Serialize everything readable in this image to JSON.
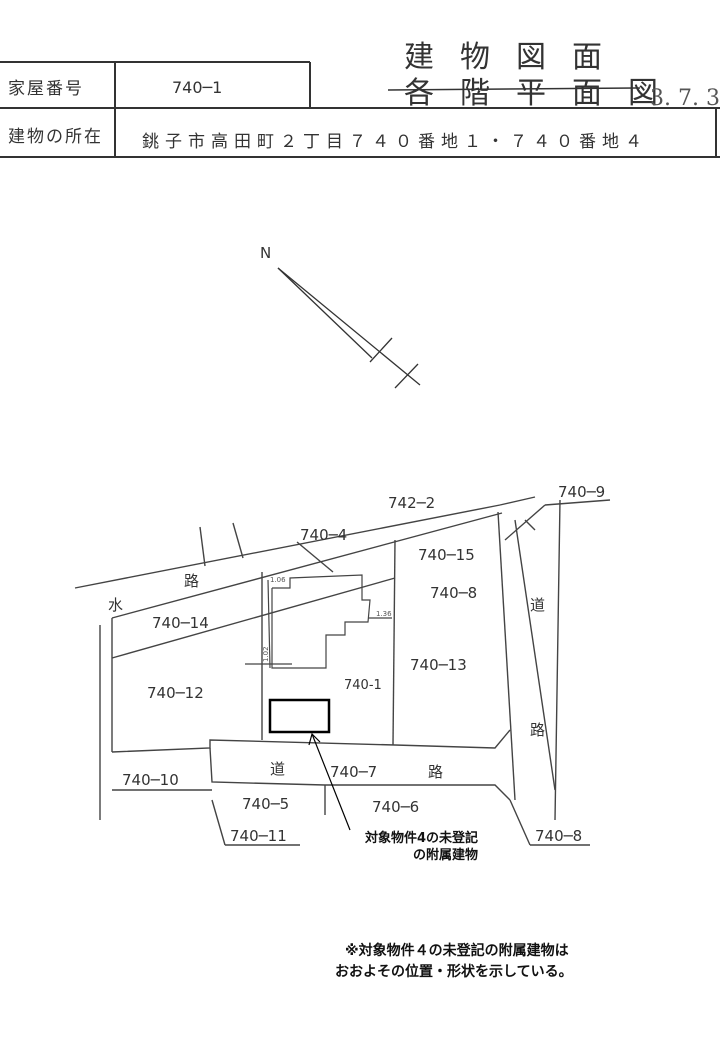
{
  "header": {
    "title_line1": "建物図面",
    "title_line2": "各階平面図",
    "date_fragment": "3. 7. 3"
  },
  "table": {
    "row1_label": "家屋番号",
    "row1_value": "740─1",
    "row2_label": "建物の所在",
    "row2_value": "銚子市高田町２丁目７４０番地１・７４０番地４"
  },
  "map": {
    "north": "N",
    "parcels": {
      "p742_2": "742─2",
      "p740_9": "740─9",
      "p740_4": "740─4",
      "p740_15": "740─15",
      "p740_8a": "740─8",
      "p740_14": "740─14",
      "p740_13": "740─13",
      "p740_12": "740─12",
      "p740_1": "740-1",
      "p740_10": "740─10",
      "p740_7": "740─7",
      "p740_5": "740─5",
      "p740_6": "740─6",
      "p740_11": "740─11",
      "p740_8b": "740─8"
    },
    "roads": {
      "water": "水",
      "road": "路",
      "do": "道"
    },
    "dims": {
      "d1": "1.06",
      "d2": "1.02",
      "d3": "1.36"
    }
  },
  "annotation": {
    "line1": "対象物件4の未登記",
    "line2": "の附属建物"
  },
  "note": {
    "line1": "※対象物件４の未登記の附属建物は",
    "line2": "おおよその位置・形状を示している。"
  }
}
